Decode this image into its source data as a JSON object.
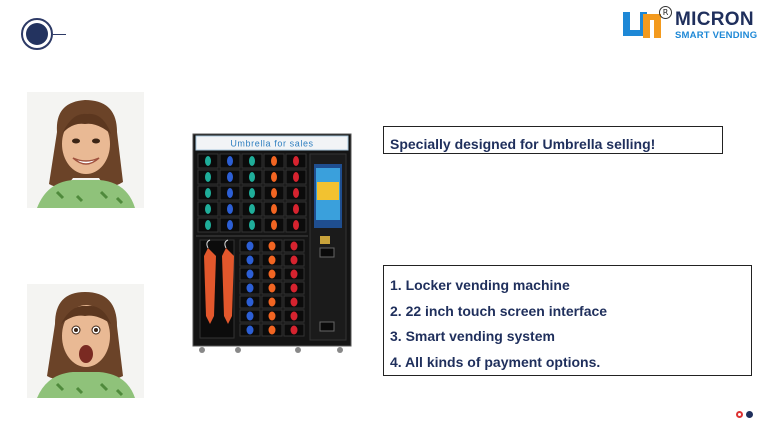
{
  "logo": {
    "name": "MICRON",
    "subtitle": "SMART VENDING",
    "registered": "R",
    "colors": {
      "blue": "#1e88d6",
      "orange": "#f39a1e",
      "navy": "#1f2f5c"
    }
  },
  "machine": {
    "sign": "Umbrella for sales"
  },
  "headline": "Specially designed for Umbrella selling!",
  "features": [
    "1. Locker vending machine",
    "2. 22 inch touch screen interface",
    "3. Smart vending system",
    "4. All kinds of payment options."
  ],
  "icons": {
    "nav": "circle-nav-icon",
    "pager": "pager-dots-icon"
  }
}
